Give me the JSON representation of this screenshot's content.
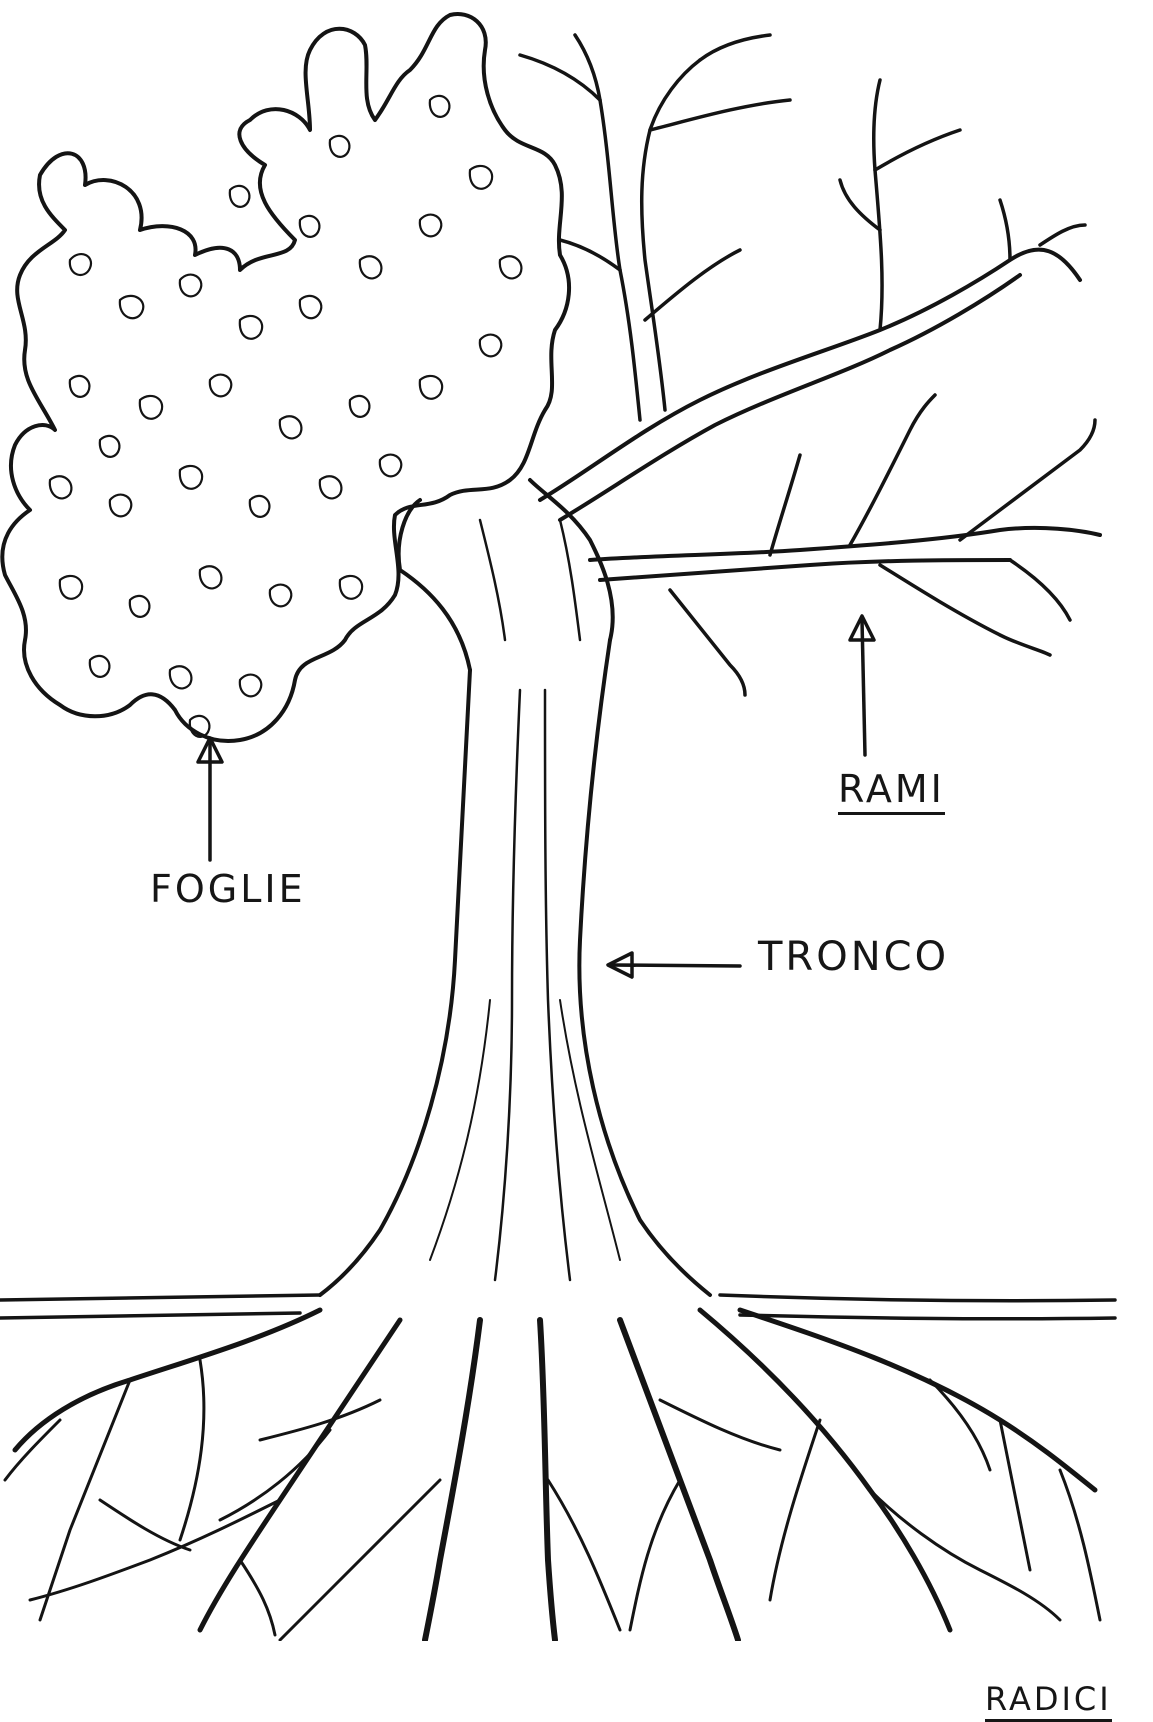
{
  "labels": {
    "leaves": "FOGLIE",
    "branches": "RAMI",
    "trunk": "TRONCO",
    "roots": "RADICI"
  },
  "colors": {
    "ink": "#141414",
    "paper": "#ffffff",
    "foliage_fill": "#d9d9d9"
  }
}
